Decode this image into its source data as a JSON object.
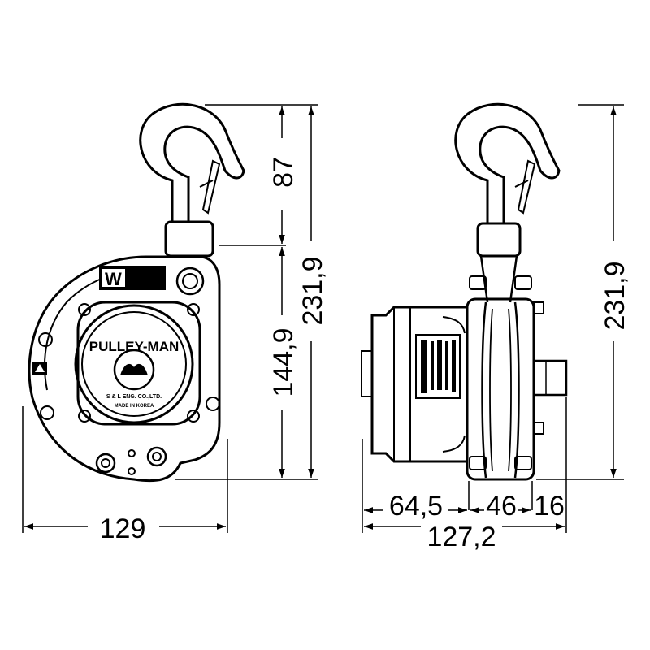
{
  "front_view": {
    "brand_label": "PULLEY-MAN",
    "plate_line_1": "S & L ENG. CO.,LTD.",
    "plate_line_2": "MADE IN KOREA",
    "badge_letter": "W",
    "dimensions": {
      "hook_height": "87",
      "body_height": "144,9",
      "total_height": "231,9",
      "width": "129"
    }
  },
  "side_view": {
    "dimensions": {
      "total_height": "231,9",
      "motor_length": "64,5",
      "sheave_width": "46",
      "shaft_length": "16",
      "overall_length": "127,2"
    }
  },
  "colors": {
    "line": "#000000",
    "background": "#ffffff"
  }
}
